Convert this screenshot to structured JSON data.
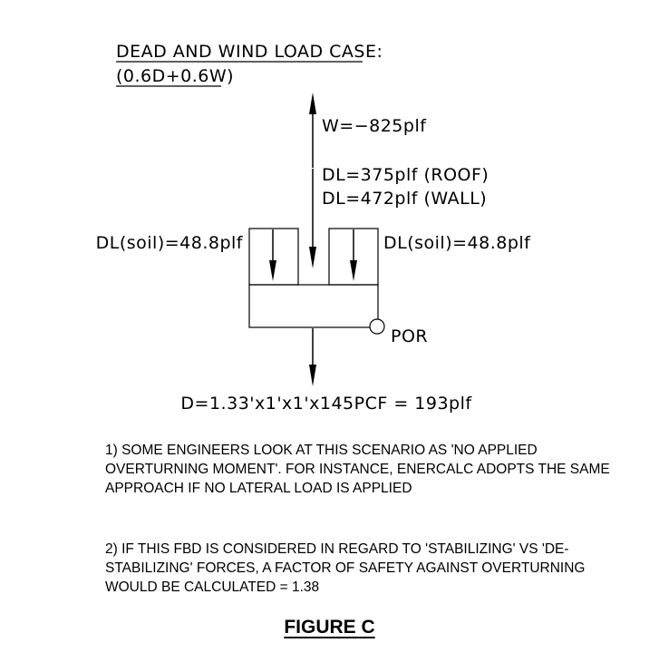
{
  "load_case": {
    "title": "DEAD AND WIND LOAD CASE:",
    "combination": "(0.6D+0.6W)"
  },
  "loads": {
    "wind": "W=−825plf",
    "dl_roof": "DL=375plf (ROOF)",
    "dl_wall": "DL=472plf (WALL)",
    "soil_left": "DL(soil)=48.8plf",
    "soil_right": "DL(soil)=48.8plf",
    "footing": "D=1.33'x1'x1'x145PCF = 193plf"
  },
  "point_of_rotation": "POR",
  "notes": [
    "1) SOME ENGINEERS LOOK AT THIS SCENARIO AS 'NO APPLIED OVERTURNING MOMENT'. FOR INSTANCE, ENERCALC ADOPTS THE SAME APPROACH IF NO LATERAL LOAD IS APPLIED",
    "2) IF THIS FBD IS CONSIDERED IN REGARD TO 'STABILIZING' VS 'DE-STABILIZING' FORCES, A FACTOR OF SAFETY AGAINST OVERTURNING WOULD BE CALCULATED = 1.38"
  ],
  "caption": "FIGURE C"
}
